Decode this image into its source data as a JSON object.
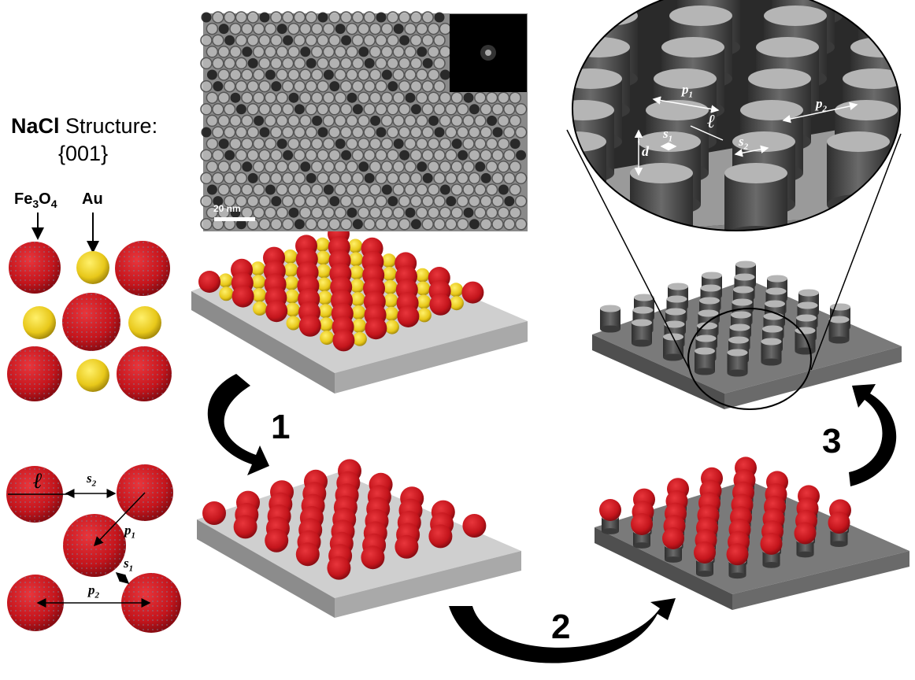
{
  "title": {
    "structure_name": "NaCl",
    "structure_word": "Structure:",
    "facet": "{001}"
  },
  "labels": {
    "fe": "Fe",
    "fe_sub1": "3",
    "o": "O",
    "fe_sub2": "4",
    "au": "Au"
  },
  "geometry_labels": {
    "l": "ℓ",
    "s2": "s",
    "s2_sub": "2",
    "p1": "p",
    "p1_sub": "1",
    "s1": "s",
    "s1_sub": "1",
    "p2": "p",
    "p2_sub": "2",
    "d": "d"
  },
  "tem": {
    "scale_label": "20 nm"
  },
  "steps": {
    "one": "1",
    "two": "2",
    "three": "3"
  },
  "colors": {
    "fe3o4": "#c4151c",
    "au": "#e8c81a",
    "substrate": "#a9a9a9",
    "pillar": "#4a4a4a",
    "arrow": "#000000"
  }
}
